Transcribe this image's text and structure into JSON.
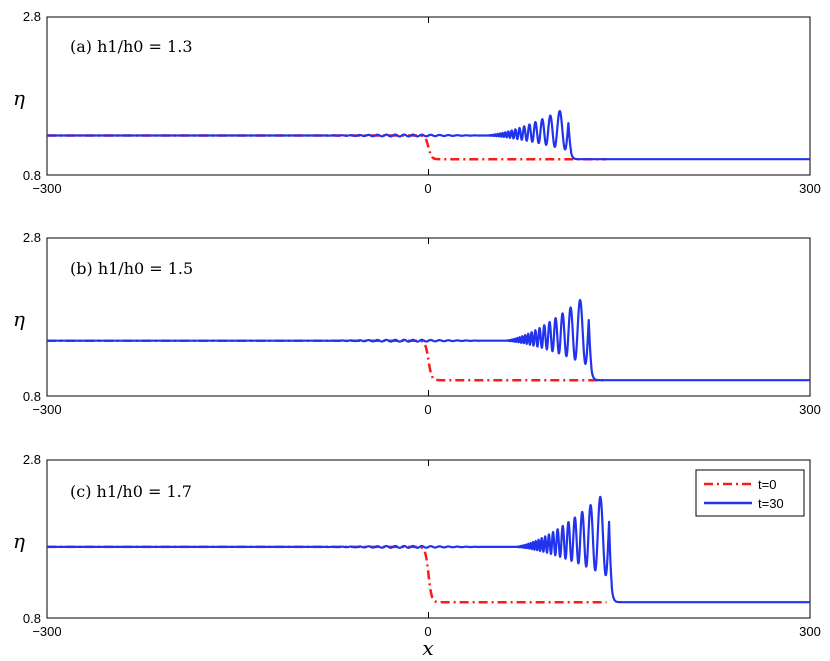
{
  "chart_data": [
    {
      "type": "line",
      "annotation": "(a) h1/h0 = 1.3",
      "ylabel": "η",
      "xlim": [
        -300,
        300
      ],
      "ylim": [
        0.8,
        2.8
      ],
      "xticks": [
        "−300",
        "0",
        "300"
      ],
      "yticks": [
        "0.8",
        "2.8"
      ],
      "h_ratio": 1.3,
      "front_x": 112,
      "ripple_start_x": 45,
      "peak_amplitude": 0.58,
      "series": [
        {
          "name": "t=0",
          "color": "#ff1a1a",
          "style": "dash-dot"
        },
        {
          "name": "t=30",
          "color": "#2233ee",
          "style": "solid"
        }
      ]
    },
    {
      "type": "line",
      "annotation": "(b) h1/h0 = 1.5",
      "ylabel": "η",
      "xlim": [
        -300,
        300
      ],
      "ylim": [
        0.8,
        2.8
      ],
      "xticks": [
        "−300",
        "0",
        "300"
      ],
      "yticks": [
        "0.8",
        "2.8"
      ],
      "h_ratio": 1.5,
      "front_x": 128,
      "ripple_start_x": 60,
      "peak_amplitude": 0.96,
      "series": [
        {
          "name": "t=0",
          "color": "#ff1a1a",
          "style": "dash-dot"
        },
        {
          "name": "t=30",
          "color": "#2233ee",
          "style": "solid"
        }
      ]
    },
    {
      "type": "line",
      "annotation": "(c) h1/h0 = 1.7",
      "ylabel": "η",
      "xlabel": "x",
      "xlim": [
        -300,
        300
      ],
      "ylim": [
        0.8,
        2.8
      ],
      "xticks": [
        "−300",
        "0",
        "300"
      ],
      "yticks": [
        "0.8",
        "2.8"
      ],
      "h_ratio": 1.7,
      "front_x": 144,
      "ripple_start_x": 68,
      "peak_amplitude": 1.16,
      "legend": [
        "t=0",
        "t=30"
      ],
      "series": [
        {
          "name": "t=0",
          "color": "#ff1a1a",
          "style": "dash-dot"
        },
        {
          "name": "t=30",
          "color": "#2233ee",
          "style": "solid"
        }
      ]
    }
  ]
}
